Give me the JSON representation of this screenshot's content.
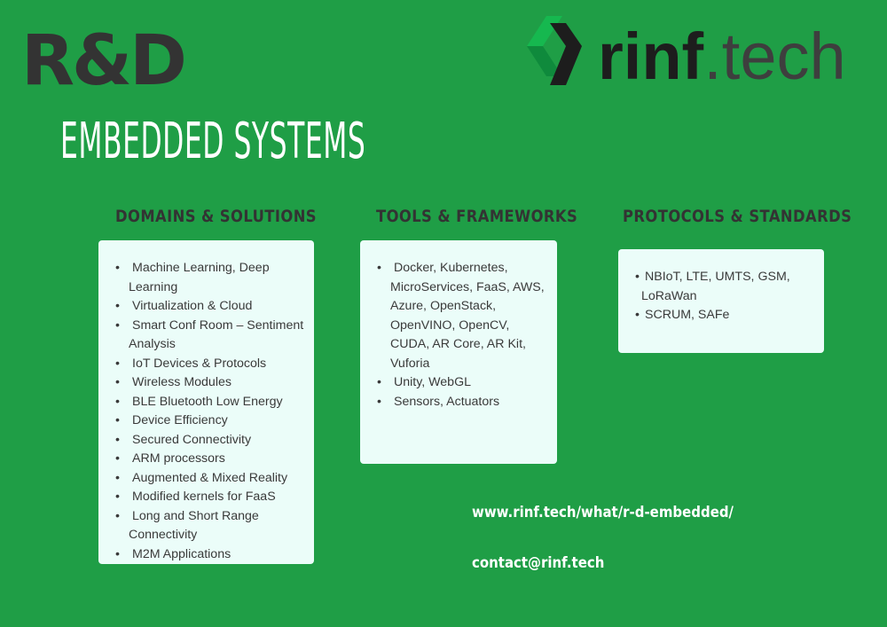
{
  "header": {
    "rd": "R&D",
    "title": "EMBEDDED SYSTEMS",
    "logo_dark": "rinf",
    "logo_light": ".tech"
  },
  "columns": [
    {
      "heading": "DOMAINS & SOLUTIONS",
      "items": [
        "Machine Learning, Deep Learning",
        "Virtualization & Cloud",
        "Smart Conf Room – Sentiment Analysis",
        "IoT Devices & Protocols",
        "Wireless Modules",
        "BLE Bluetooth Low Energy",
        "Device Efficiency",
        "Secured Connectivity",
        "ARM processors",
        "Augmented & Mixed Reality",
        "Modified kernels for FaaS",
        "Long and Short Range Connectivity",
        "M2M Applications"
      ]
    },
    {
      "heading": "TOOLS & FRAMEWORKS",
      "items": [
        "Docker, Kubernetes, MicroServices, FaaS, AWS, Azure, OpenStack, OpenVINO, OpenCV, CUDA, AR Core, AR Kit, Vuforia",
        "Unity, WebGL",
        "Sensors, Actuators"
      ]
    },
    {
      "heading": "PROTOCOLS & STANDARDS",
      "items": [
        "NBIoT, LTE, UMTS, GSM, LoRaWan",
        "SCRUM, SAFe"
      ]
    }
  ],
  "footer": {
    "url": "www.rinf.tech/what/r-d-embedded/",
    "email": "contact@rinf.tech"
  },
  "colors": {
    "background": "#1f9e46",
    "card": "#ebfdf9",
    "heading": "#333333",
    "logo_accent": "#16b84f"
  },
  "icons": [
    "rinf-logo-mark-icon"
  ]
}
